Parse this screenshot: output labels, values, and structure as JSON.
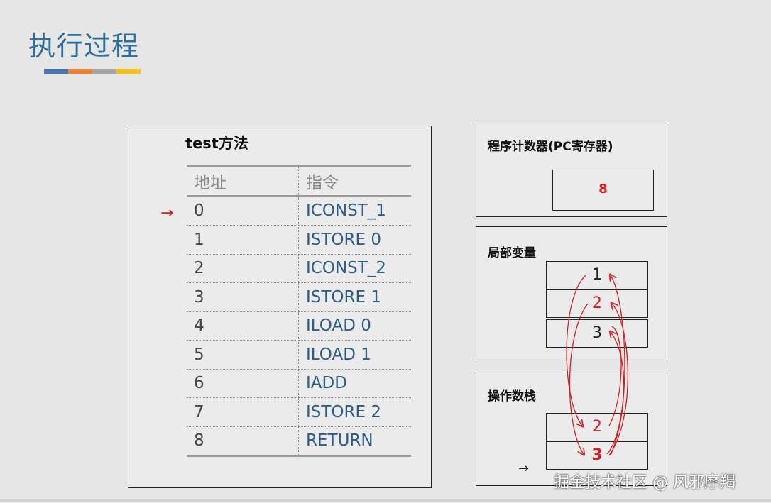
{
  "title": "执行过程",
  "color_bar": [
    "#4a74b8",
    "#e8833a",
    "#a6a6a6",
    "#f5c218"
  ],
  "method": {
    "title": "test方法",
    "headers": {
      "address": "地址",
      "instruction": "指令"
    },
    "rows": [
      {
        "address": "0",
        "instruction": "ICONST_1"
      },
      {
        "address": "1",
        "instruction": "ISTORE 0"
      },
      {
        "address": "2",
        "instruction": "ICONST_2"
      },
      {
        "address": "3",
        "instruction": "ISTORE 1"
      },
      {
        "address": "4",
        "instruction": "ILOAD 0"
      },
      {
        "address": "5",
        "instruction": "ILOAD 1"
      },
      {
        "address": "6",
        "instruction": "IADD"
      },
      {
        "address": "7",
        "instruction": "ISTORE 2"
      },
      {
        "address": "8",
        "instruction": "RETURN"
      }
    ],
    "arrow": "→"
  },
  "pc": {
    "title": "程序计数器(PC寄存器)",
    "value": "8"
  },
  "local_vars": {
    "title": "局部变量",
    "cells": [
      "1",
      "2",
      "3"
    ]
  },
  "operand_stack": {
    "title": "操作数栈",
    "cells": [
      "2",
      "3"
    ],
    "arrow": "→"
  },
  "watermark": "掘金技术社区 @ 风邪摩羯",
  "colors": {
    "accent": "#2e6f9e",
    "red": "#d42020",
    "instruction": "#2d5c8c"
  }
}
